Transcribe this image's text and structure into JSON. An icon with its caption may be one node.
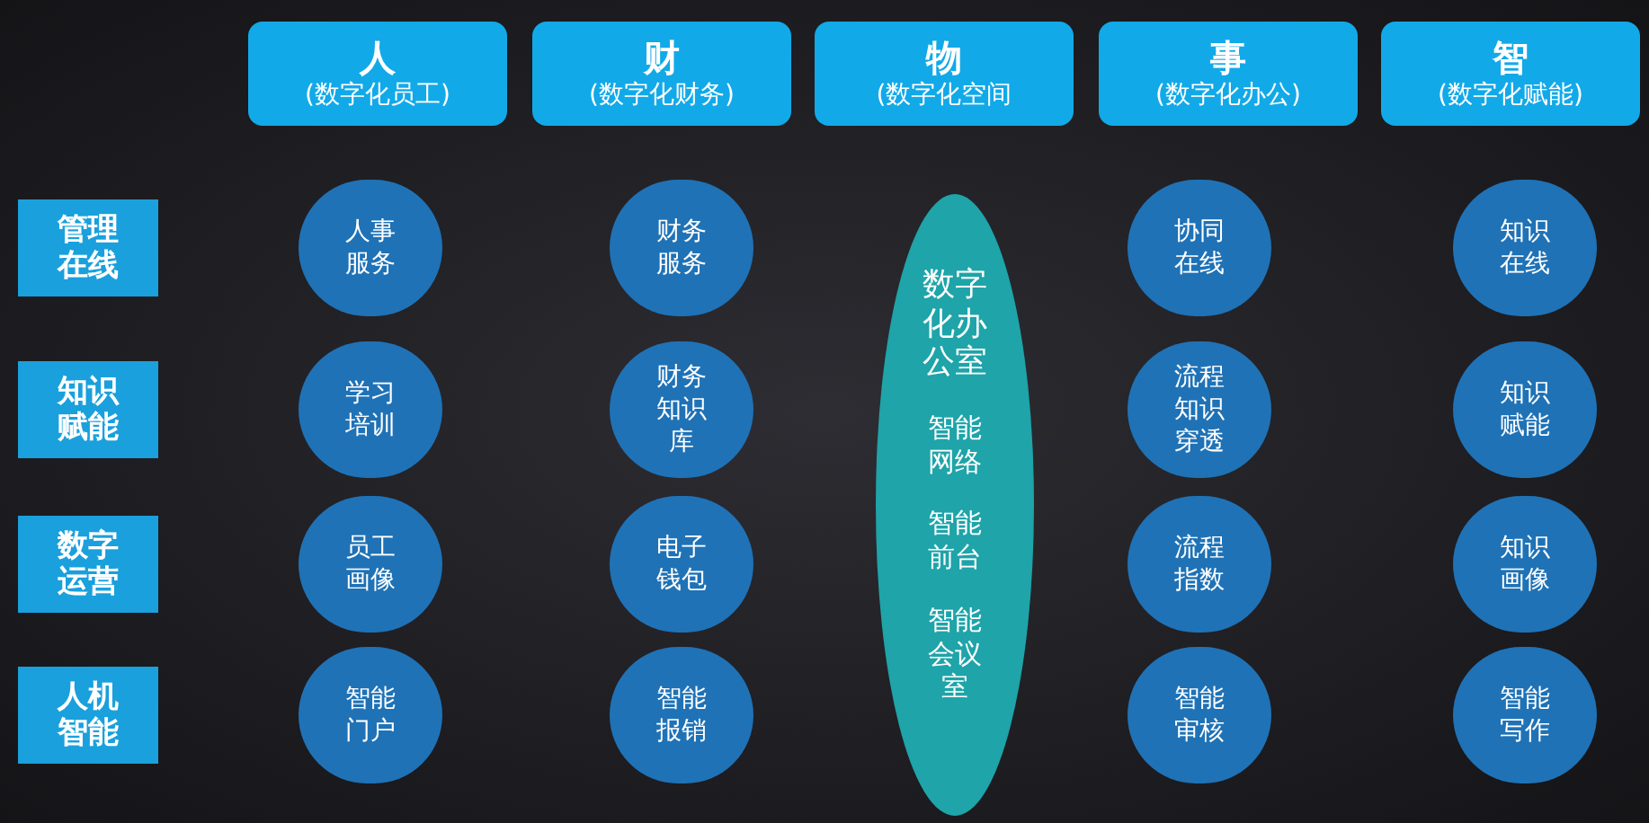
{
  "diagram": {
    "nodes": [
      {
        "text": [
          "人",
          "(数字化员工)"
        ]
      },
      {
        "text": [
          "财",
          "(数字化财务)"
        ]
      },
      {
        "text": [
          "物",
          "(数字化空间"
        ]
      },
      {
        "text": [
          "事",
          "(数字化办公)"
        ]
      },
      {
        "text": [
          "智",
          "(数字化赋能)"
        ]
      },
      {
        "text": [
          "管理在线"
        ]
      },
      {
        "text": [
          "人事服务"
        ]
      },
      {
        "text": [
          "财务服务"
        ]
      },
      {
        "text": [
          "数字化办公室",
          "智能网络",
          "智能前台",
          "智能会议室"
        ]
      },
      {
        "text": [
          "协同在线"
        ]
      },
      {
        "text": [
          "知识在线"
        ]
      },
      {
        "text": [
          "知识赋能"
        ]
      },
      {
        "text": [
          "学习培训"
        ]
      },
      {
        "text": [
          "财务知识库"
        ]
      },
      {
        "text": [
          "流程知识穿透"
        ]
      },
      {
        "text": [
          "知识赋能"
        ]
      },
      {
        "text": [
          "数字运营"
        ]
      },
      {
        "text": [
          "员工画像"
        ]
      },
      {
        "text": [
          "电子钱包"
        ]
      },
      {
        "text": [
          "流程指数"
        ]
      },
      {
        "text": [
          "知识画像"
        ]
      },
      {
        "text": [
          "人机智能"
        ]
      },
      {
        "text": [
          "智能门户"
        ]
      },
      {
        "text": [
          "智能报销"
        ]
      },
      {
        "text": [
          "智能审核"
        ]
      },
      {
        "text": [
          "智能写作"
        ]
      }
    ],
    "edges": []
  }
}
